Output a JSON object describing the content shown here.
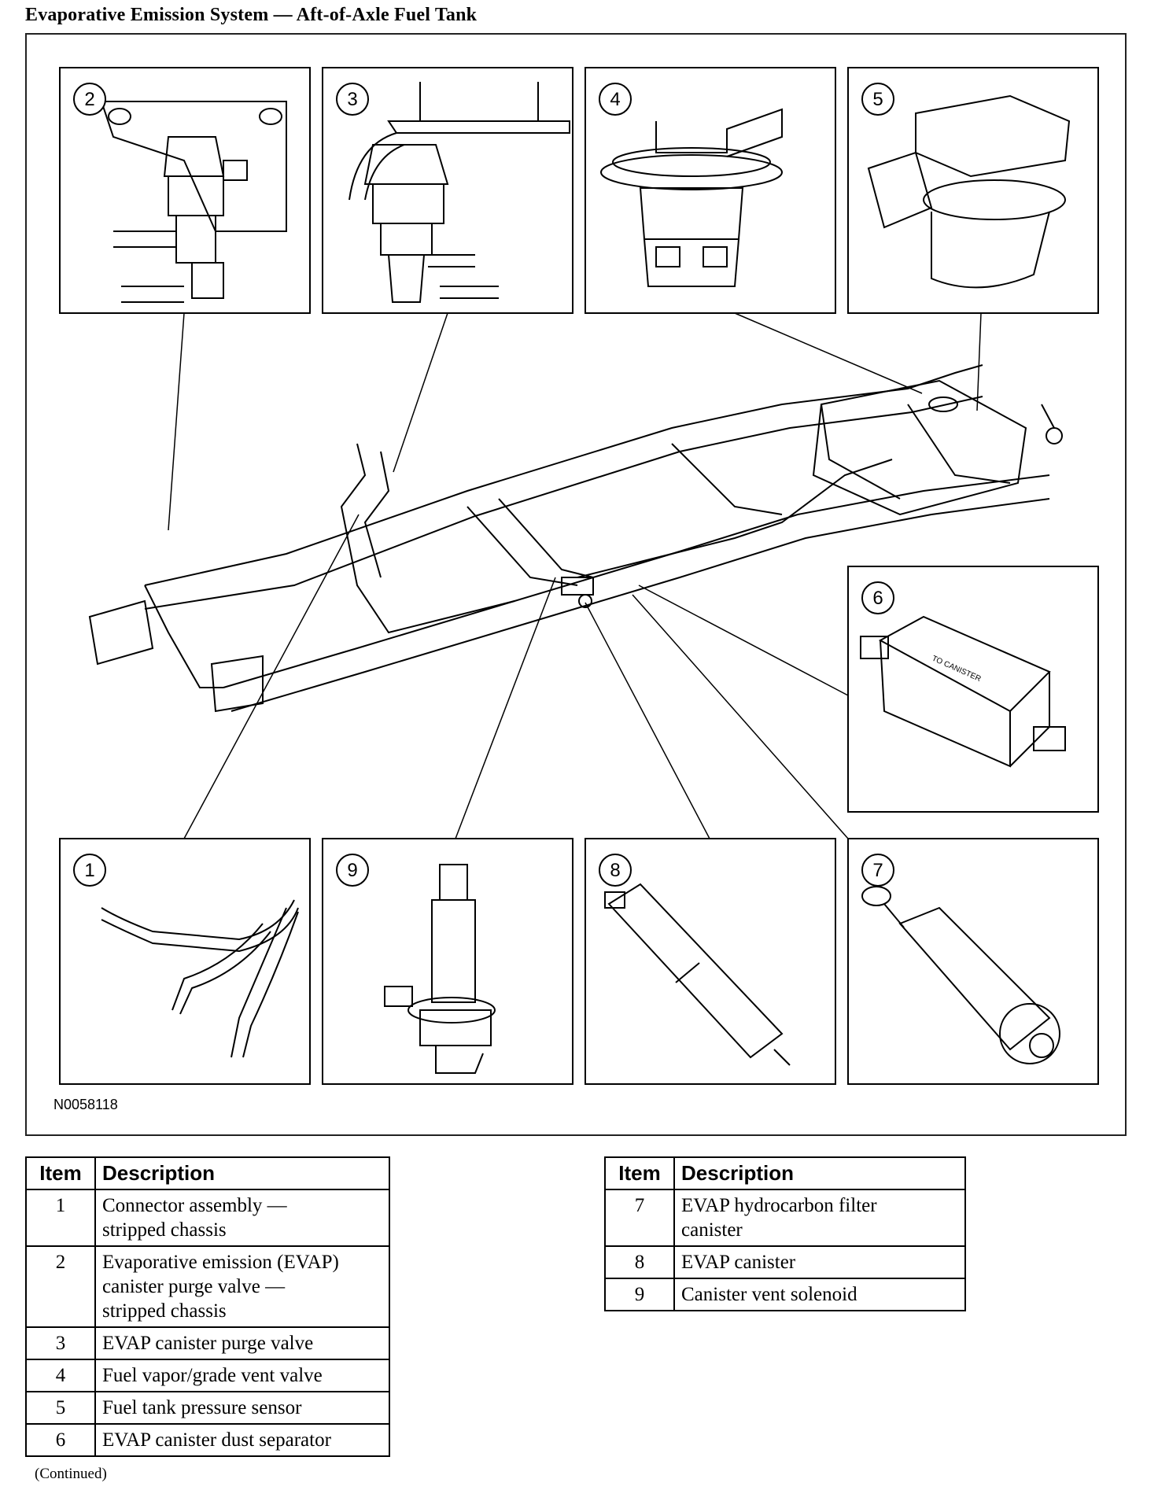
{
  "title": "Evaporative Emission System — Aft-of-Axle Fuel Tank",
  "figure_id": "N0058118",
  "callouts": [
    "1",
    "2",
    "3",
    "4",
    "5",
    "6",
    "7",
    "8",
    "9"
  ],
  "detail_labels": {
    "separator_text": "TO CANISTER"
  },
  "table_left": {
    "headers": {
      "item": "Item",
      "description": "Description"
    },
    "rows": [
      {
        "item": "1",
        "lines": [
          "Connector assembly —",
          "stripped chassis"
        ]
      },
      {
        "item": "2",
        "lines": [
          "Evaporative emission (EVAP)",
          "canister purge valve —",
          "stripped chassis"
        ]
      },
      {
        "item": "3",
        "lines": [
          "EVAP canister purge valve"
        ]
      },
      {
        "item": "4",
        "lines": [
          "Fuel vapor/grade vent valve"
        ]
      },
      {
        "item": "5",
        "lines": [
          "Fuel tank pressure sensor"
        ]
      },
      {
        "item": "6",
        "lines": [
          "EVAP canister dust separator"
        ]
      }
    ]
  },
  "table_right": {
    "headers": {
      "item": "Item",
      "description": "Description"
    },
    "rows": [
      {
        "item": "7",
        "lines": [
          "EVAP hydrocarbon filter",
          "canister"
        ]
      },
      {
        "item": "8",
        "lines": [
          "EVAP canister"
        ]
      },
      {
        "item": "9",
        "lines": [
          "Canister vent solenoid"
        ]
      }
    ]
  },
  "continued": "(Continued)"
}
